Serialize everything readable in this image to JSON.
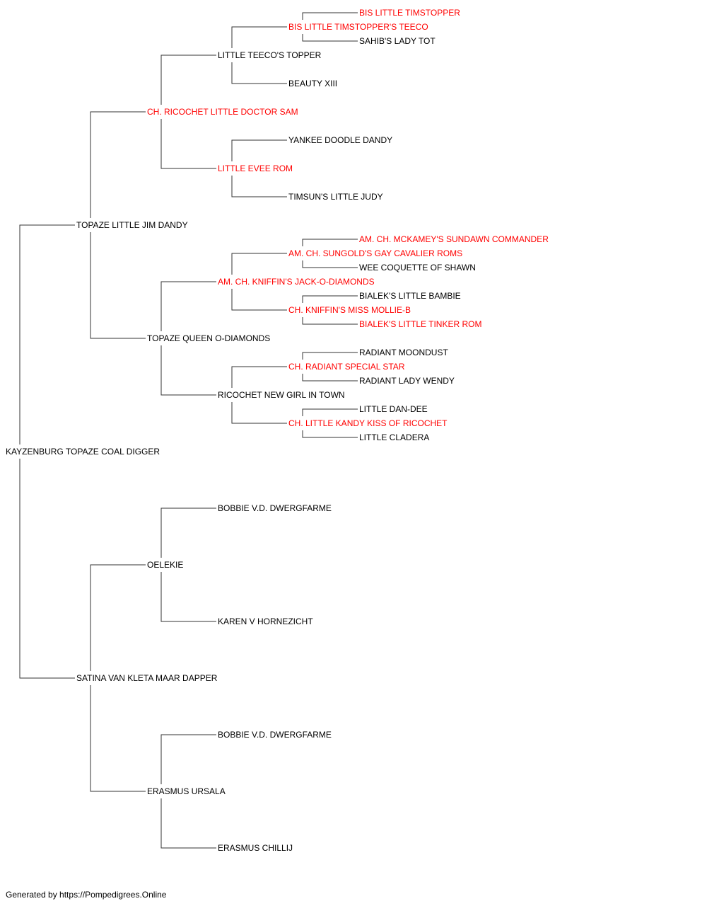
{
  "colors": {
    "champion": "#ff0000",
    "normal": "#000000",
    "line": "#333333"
  },
  "pedigree": {
    "name": "KAYZENBURG TOPAZE COAL DIGGER",
    "champion": false,
    "sire": {
      "name": "TOPAZE LITTLE JIM DANDY",
      "champion": false,
      "sire": {
        "name": "CH. RICOCHET LITTLE DOCTOR SAM",
        "champion": true,
        "sire": {
          "name": "LITTLE TEECO'S TOPPER",
          "champion": false,
          "sire": {
            "name": "BIS LITTLE TIMSTOPPER'S TEECO",
            "champion": true,
            "sire": {
              "name": "BIS LITTLE TIMSTOPPER",
              "champion": true
            },
            "dam": {
              "name": "SAHIB'S LADY TOT",
              "champion": false
            }
          },
          "dam": {
            "name": "BEAUTY XIII",
            "champion": false
          }
        },
        "dam": {
          "name": "LITTLE EVEE ROM",
          "champion": true,
          "sire": {
            "name": "YANKEE DOODLE DANDY",
            "champion": false
          },
          "dam": {
            "name": "TIMSUN'S LITTLE JUDY",
            "champion": false
          }
        }
      },
      "dam": {
        "name": "TOPAZE QUEEN O-DIAMONDS",
        "champion": false,
        "sire": {
          "name": "AM. CH. KNIFFIN'S JACK-O-DIAMONDS",
          "champion": true,
          "sire": {
            "name": "AM. CH. SUNGOLD'S GAY CAVALIER ROMS",
            "champion": true,
            "sire": {
              "name": "AM. CH. MCKAMEY'S SUNDAWN COMMANDER",
              "champion": true
            },
            "dam": {
              "name": "WEE COQUETTE OF SHAWN",
              "champion": false
            }
          },
          "dam": {
            "name": "CH. KNIFFIN'S MISS MOLLIE-B",
            "champion": true,
            "sire": {
              "name": "BIALEK'S LITTLE BAMBIE",
              "champion": false
            },
            "dam": {
              "name": "BIALEK'S LITTLE TINKER ROM",
              "champion": true
            }
          }
        },
        "dam": {
          "name": "RICOCHET NEW GIRL IN TOWN",
          "champion": false,
          "sire": {
            "name": "CH. RADIANT SPECIAL STAR",
            "champion": true,
            "sire": {
              "name": "RADIANT MOONDUST",
              "champion": false
            },
            "dam": {
              "name": "RADIANT LADY WENDY",
              "champion": false
            }
          },
          "dam": {
            "name": "CH. LITTLE KANDY KISS OF RICOCHET",
            "champion": true,
            "sire": {
              "name": "LITTLE DAN-DEE",
              "champion": false
            },
            "dam": {
              "name": "LITTLE CLADERA",
              "champion": false
            }
          }
        }
      }
    },
    "dam": {
      "name": "SATINA VAN KLETA MAAR DAPPER",
      "champion": false,
      "sire": {
        "name": "OELEKIE",
        "champion": false,
        "sire": {
          "name": "BOBBIE V.D. DWERGFARME",
          "champion": false
        },
        "dam": {
          "name": "KAREN V HORNEZICHT",
          "champion": false
        }
      },
      "dam": {
        "name": "ERASMUS URSALA",
        "champion": false,
        "sire": {
          "name": "BOBBIE V.D. DWERGFARME",
          "champion": false
        },
        "dam": {
          "name": "ERASMUS CHILLIJ",
          "champion": false
        }
      }
    }
  },
  "footer": {
    "text": "Generated by https://Pompedigrees.Online"
  }
}
